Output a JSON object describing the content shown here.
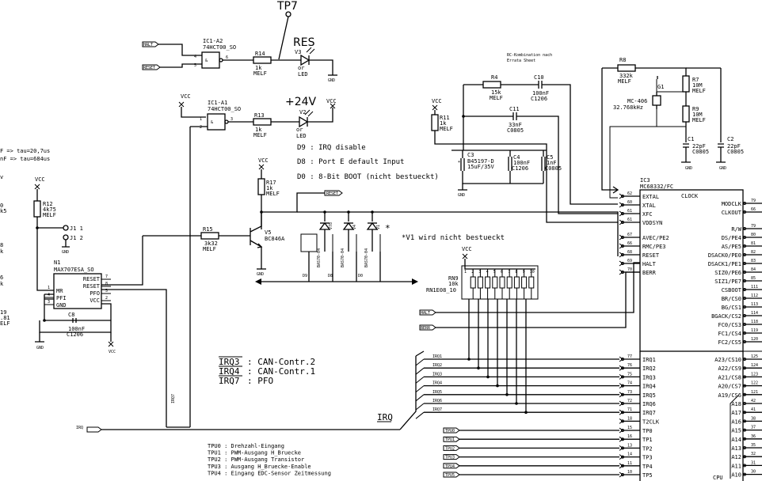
{
  "labels": {
    "tp7": "TP7",
    "res": "RES",
    "v24": "+24V",
    "halt": "HALT",
    "reset_in": "RESET",
    "reset_out": "RESET",
    "vcc": "VCC",
    "gnd": "GND",
    "ic1a2_name": "IC1-A2",
    "ic1a2_part": "74HCT00_SO",
    "ic1a1_name": "IC1-A1",
    "ic1a1_part": "74HCT00_SO",
    "r14_name": "R14",
    "r14_val": "1k",
    "r14_pkg": "MELF",
    "r13_name": "R13",
    "r13_val": "1k",
    "r13_pkg": "MELF",
    "v3_name": "V3",
    "v3_val": "or",
    "v3_pkg": "LED",
    "v2_name": "V2",
    "v2_val": "or",
    "v2_pkg": "LED",
    "r17_name": "R17",
    "r17_val": "1k",
    "r17_pkg": "MELF",
    "r15_name": "R15",
    "r15_val": "3k32",
    "r15_pkg": "MELF",
    "v5_name": "V5",
    "v5_part": "BC846A",
    "d9_note": "D9 : IRQ disable",
    "d8_note": "D8 : Port E default Input",
    "d0_note": "D0 : 8-Bit BOOT (nicht bestueckt)",
    "v1_note": "*V1 wird nicht bestueckt",
    "rc_note1": "RC-Kombination nach",
    "rc_note2": "Errata Sheet",
    "r4_name": "R4",
    "r4_val": "15k",
    "r4_pkg": "MELF",
    "c10_name": "C10",
    "c10_val": "100nF",
    "c10_pkg": "C1206",
    "c11_name": "C11",
    "c11_val": "33nF",
    "c11_pkg": "C0805",
    "r11_name": "R11",
    "r11_val": "1k",
    "r11_pkg": "MELF",
    "c3_name": "C3",
    "c3_val": "B45197-D",
    "c3_pkg": "15uF/35V",
    "c4_name": "C4",
    "c4_val": "100nF",
    "c4_pkg": "C1206",
    "c5_name": "C5",
    "c5_val": "1nF",
    "c5_pkg": "C0805",
    "r8_name": "R8",
    "r8_val": "332k",
    "r8_pkg": "MELF",
    "r7_name": "R7",
    "r7_val": "10M",
    "r7_pkg": "MELF",
    "r9_name": "R9",
    "r9_val": "10M",
    "r9_pkg": "MELF",
    "g1_name": "G1",
    "g1_val": "MC-406",
    "g1_freq": "32.768kHz",
    "c1_name": "C1",
    "c1_val": "22pF",
    "c1_pkg": "C0805",
    "c2_name": "C2",
    "c2_val": "22pF",
    "c2_pkg": "C0805",
    "rn9_name": "RN9",
    "rn9_val": "10k",
    "rn9_part": "RN1E08_10",
    "n1_name": "N1",
    "n1_part": "MAX707ESA_SO",
    "c8_name": "C8",
    "c8_val": "100nF",
    "c8_pkg": "C1206",
    "r12_name": "R12",
    "r12_val": "4k75",
    "r12_pkg": "MELF",
    "j1_1": "J1 1",
    "j1_2": "J1 2",
    "ic3_name": "IC3",
    "ic3_part": "MC68332/FC",
    "clock": "CLOCK",
    "cpu": "CPU",
    "tau1": "F => tau=20,7us",
    "tau2": "nF => tau=684us",
    "left_r_frag1": "0",
    "left_r_frag2": "k5",
    "left_r_frag3": "8",
    "left_r_frag4": "k",
    "left_r_frag5": "6",
    "left_r_frag6": "k",
    "left_r_frag7": "19",
    "left_r_frag8": ".81",
    "left_r_frag9": "ELF",
    "left_v": "v",
    "irq_bus": "IRQ",
    "irq_in": "IRQ",
    "irq7_vert": "IRQ7",
    "v78": "V78",
    "v4": "V4",
    "v1": "V1",
    "d9": "D9",
    "d8": "D8",
    "d0": "D0",
    "bas": "BAS70-04"
  },
  "irq_legend": [
    {
      "sig": "IRQ3",
      "desc": ": CAN-Contr.2"
    },
    {
      "sig": "IRQ4",
      "desc": ": CAN-Contr.1"
    },
    {
      "sig": "IRQ7",
      "desc": ": PFO"
    }
  ],
  "tpu_legend": [
    "TPU0 : Drehzahl-Eingang",
    "TPU1 : PWM-Ausgang H_Bruecke",
    "TPU2 : PWM-Ausgang Transistor",
    "TPU3 : Ausgang H_Bruecke-Enable",
    "TPU4 : Eingang EDC-Sensor Zeitmessung"
  ],
  "n1_pins_left": [
    {
      "num": "1",
      "name": "MR"
    },
    {
      "num": "4",
      "name": "PFI"
    },
    {
      "num": "3",
      "name": "GND"
    }
  ],
  "n1_pins_right": [
    {
      "num": "7",
      "name": "RESET"
    },
    {
      "num": "8",
      "name": "RESET"
    },
    {
      "num": "5",
      "name": "PFO"
    },
    {
      "num": "2",
      "name": "VCC"
    }
  ],
  "ic3_left_top": [
    {
      "num": "62",
      "name": "EXTAL"
    },
    {
      "num": "60",
      "name": "XTAL"
    },
    {
      "num": "61",
      "name": "XFC"
    },
    {
      "num": "61",
      "name": "VDDSYN"
    }
  ],
  "ic3_left_mid": [
    {
      "num": "67",
      "name": "AVEC/PE2"
    },
    {
      "num": "66",
      "name": "RMC/PE3"
    },
    {
      "num": "68",
      "name": "RESET"
    },
    {
      "num": "69",
      "name": "HALT"
    },
    {
      "num": "70",
      "name": "BERR"
    }
  ],
  "ic3_left_irq": [
    {
      "num": "77",
      "name": "IRQ1",
      "net": "IRQ1"
    },
    {
      "num": "76",
      "name": "IRQ2",
      "net": "IRQ2"
    },
    {
      "num": "75",
      "name": "IRQ3",
      "net": "IRQ3"
    },
    {
      "num": "74",
      "name": "IRQ4",
      "net": "IRQ4"
    },
    {
      "num": "73",
      "name": "IRQ5",
      "net": "IRQ5"
    },
    {
      "num": "72",
      "name": "IRQ6",
      "net": "IRQ6"
    },
    {
      "num": "71",
      "name": "IRQ7",
      "net": "IRQ7"
    },
    {
      "num": "18",
      "name": "T2CLK",
      "net": ""
    }
  ],
  "ic3_left_tpu": [
    {
      "num": "15",
      "name": "TP0",
      "net": "TPU0"
    },
    {
      "num": "16",
      "name": "TP1",
      "net": "TPU1"
    },
    {
      "num": "13",
      "name": "TP2",
      "net": "TPU2"
    },
    {
      "num": "14",
      "name": "TP3",
      "net": "TPU3"
    },
    {
      "num": "11",
      "name": "TP4",
      "net": "TPU4"
    },
    {
      "num": "10",
      "name": "TP5",
      "net": "TPU5"
    }
  ],
  "ic3_right_top": [
    {
      "num": "79",
      "name": "MODCLK"
    },
    {
      "num": "66",
      "name": "CLKOUT"
    }
  ],
  "ic3_right_mid": [
    {
      "num": "79",
      "name": "R/W"
    },
    {
      "num": "80",
      "name": "DS/PE4"
    },
    {
      "num": "81",
      "name": "AS/PE5"
    },
    {
      "num": "82",
      "name": "DSACK0/PE0"
    },
    {
      "num": "83",
      "name": "DSACK1/PE1"
    },
    {
      "num": "84",
      "name": "SIZ0/PE6"
    },
    {
      "num": "85",
      "name": "SIZ1/PE7"
    },
    {
      "num": "111",
      "name": "CSBOOT"
    },
    {
      "num": "112",
      "name": "BR/CS0"
    },
    {
      "num": "113",
      "name": "BG/CS1"
    },
    {
      "num": "114",
      "name": "BGACK/CS2"
    },
    {
      "num": "118",
      "name": "FC0/CS3"
    },
    {
      "num": "119",
      "name": "FC1/CS4"
    },
    {
      "num": "120",
      "name": "FC2/CS5"
    }
  ],
  "ic3_right_addr": [
    {
      "num": "125",
      "name": "A23/CS10"
    },
    {
      "num": "124",
      "name": "A22/CS9"
    },
    {
      "num": "123",
      "name": "A21/CS8"
    },
    {
      "num": "122",
      "name": "A20/CS7"
    },
    {
      "num": "121",
      "name": "A19/CS6"
    },
    {
      "num": "42",
      "name": "A18"
    },
    {
      "num": "41",
      "name": "A17"
    },
    {
      "num": "38",
      "name": "A16"
    },
    {
      "num": "37",
      "name": "A15"
    },
    {
      "num": "36",
      "name": "A14"
    },
    {
      "num": "35",
      "name": "A13"
    },
    {
      "num": "32",
      "name": "A12"
    },
    {
      "num": "31",
      "name": "A11"
    },
    {
      "num": "30",
      "name": "A10"
    }
  ],
  "rn9_pins": [
    "1",
    "2",
    "3",
    "4",
    "5",
    "6",
    "7",
    "8",
    "9",
    "10"
  ]
}
